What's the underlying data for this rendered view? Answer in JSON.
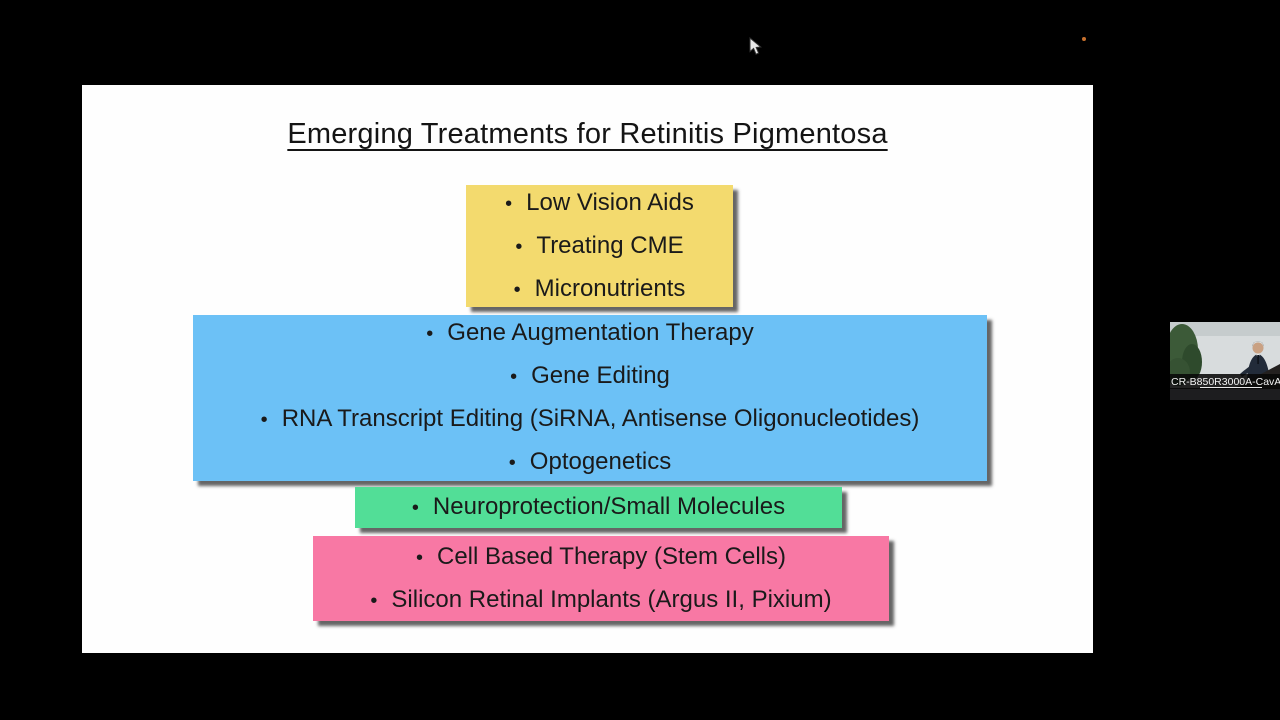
{
  "glyphs": {
    "bullet": "•"
  },
  "slide": {
    "title": "Emerging Treatments for Retinitis Pigmentosa",
    "boxes": [
      {
        "color": "#F3DA6E",
        "items": [
          "Low Vision Aids",
          "Treating CME",
          "Micronutrients"
        ]
      },
      {
        "color": "#6CC1F6",
        "items": [
          "Gene Augmentation Therapy",
          "Gene Editing",
          "RNA Transcript Editing (SiRNA, Antisense Oligonucleotides)",
          "Optogenetics"
        ]
      },
      {
        "color": "#52DE97",
        "items": [
          "Neuroprotection/Small Molecules"
        ]
      },
      {
        "color": "#F878A4",
        "items": [
          "Cell Based Therapy (Stem Cells)",
          "Silicon Retinal Implants (Argus II, Pixium)"
        ]
      }
    ]
  },
  "webcam": {
    "caption": "CR-B850R3000A-CavA"
  },
  "colors": {
    "background": "#000000",
    "slide_background": "#fefefe",
    "text": "#1a1a1a",
    "recording_dot": "#c7702d"
  }
}
